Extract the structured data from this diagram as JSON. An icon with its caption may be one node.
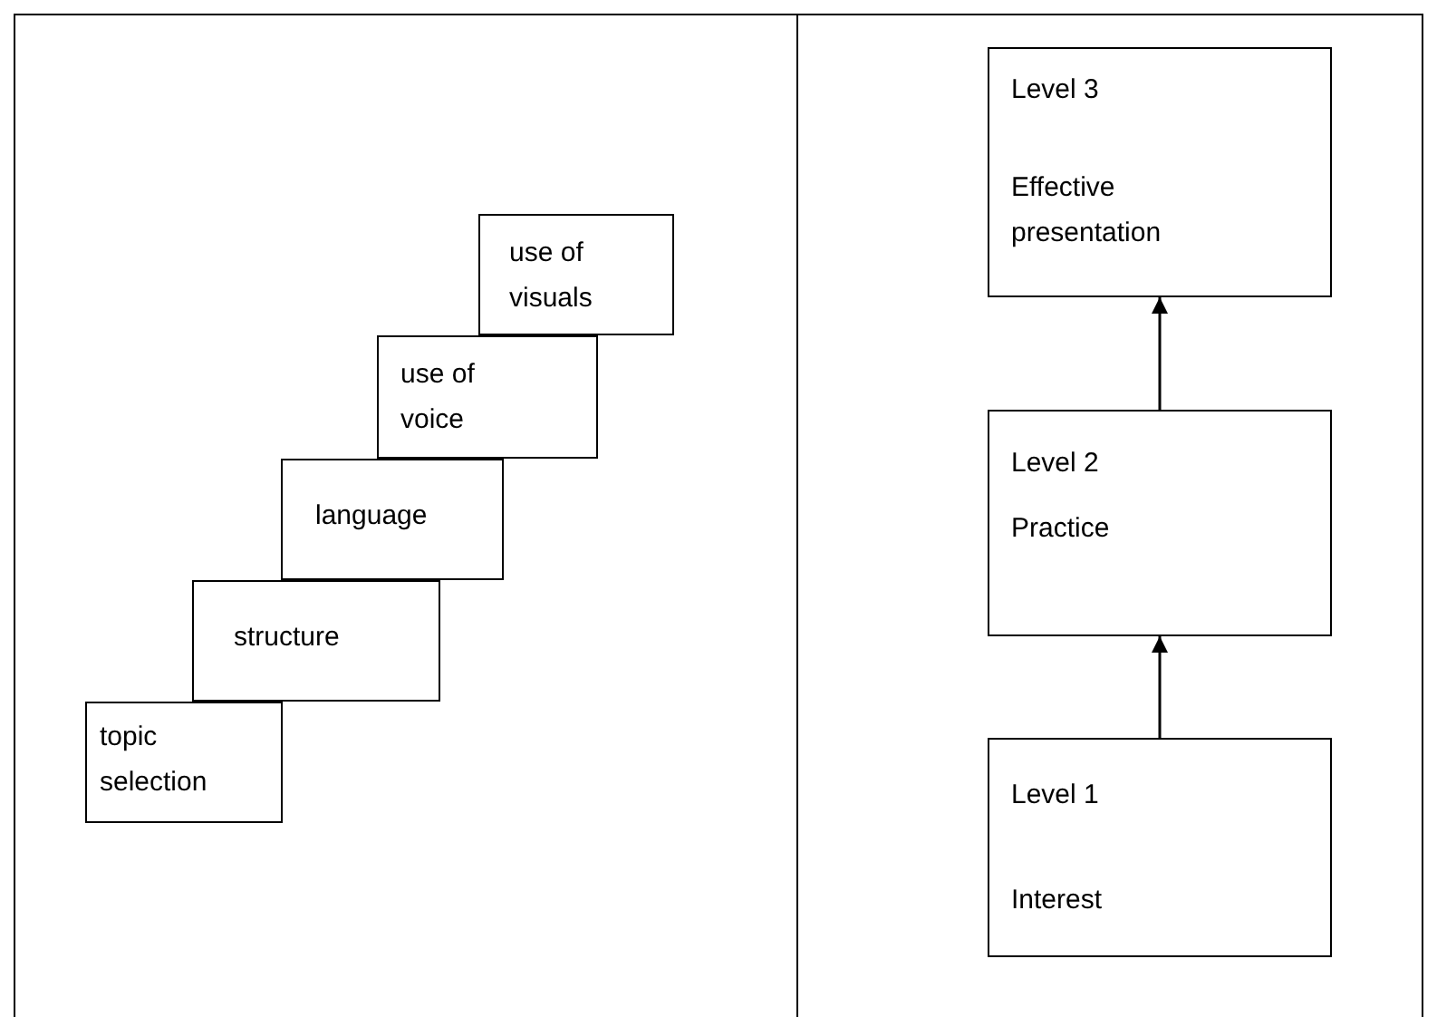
{
  "diagram": {
    "nodes": [
      {
        "text": [
          "use of visuals"
        ]
      },
      {
        "text": [
          "use of voice"
        ]
      },
      {
        "text": [
          "language"
        ]
      },
      {
        "text": [
          "structure"
        ]
      },
      {
        "text": [
          "topic selection"
        ]
      },
      {
        "text": [
          "Level 3",
          "Effective presentation"
        ]
      },
      {
        "text": [
          "Level 2",
          "Practice"
        ]
      },
      {
        "text": [
          "Level 1",
          "Interest"
        ]
      }
    ],
    "edges": [
      {
        "from": 7,
        "to": 6,
        "arrow": "to"
      },
      {
        "from": 6,
        "to": 5,
        "arrow": "to"
      }
    ]
  }
}
